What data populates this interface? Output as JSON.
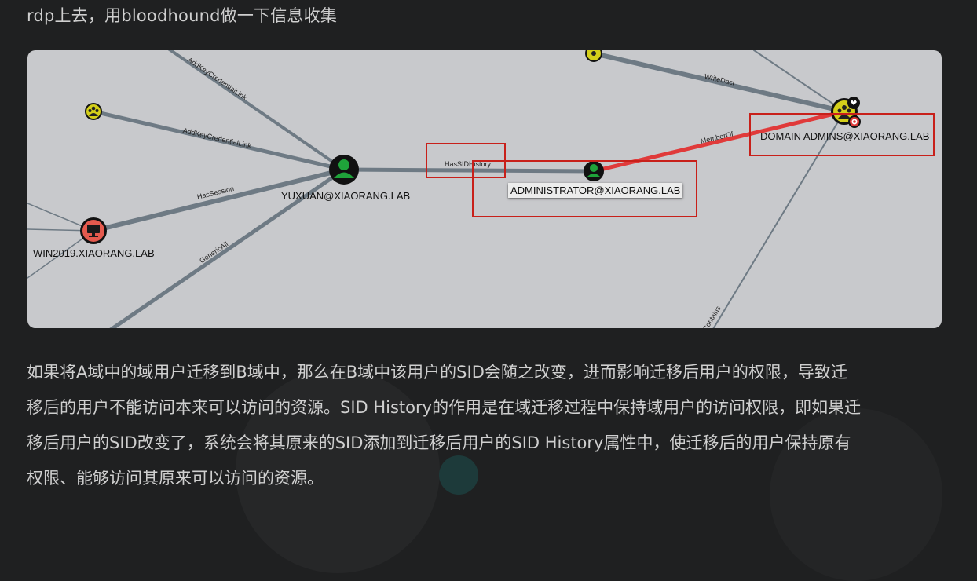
{
  "heading": "rdp上去，用bloodhound做一下信息收集",
  "graph": {
    "nodes": {
      "yuxuan": "YUXUAN@XIAORANG.LAB",
      "administrator": "ADMINISTRATOR@XIAORANG.LAB",
      "domain_admins": "DOMAIN ADMINS@XIAORANG.LAB",
      "win2019": "WIN2019.XIAORANG.LAB"
    },
    "edges": {
      "add_key_credential_link_1": "AddKeyCredentialLink",
      "add_key_credential_link_2": "AddKeyCredentialLink",
      "has_session": "HasSession",
      "generic_all": "GenericAll",
      "has_sid_history": "HasSIDHistory",
      "member_of": "MemberOf",
      "write_dacl": "WriteDacl",
      "contains": "Contains"
    },
    "icons": {
      "user": "user-icon",
      "group": "group-icon",
      "computer": "computer-icon",
      "target": "target-icon",
      "crown": "high-value-icon"
    },
    "colors": {
      "panel_bg": "#c8c9cc",
      "edge": "#6e7a84",
      "highlight_edge": "#e03a3a",
      "user_node": "#1fa33a",
      "group_node": "#d4cf1a",
      "computer_node": "#e55a4e",
      "annotation_box": "#c8201a"
    }
  },
  "paragraph": [
    "如果将A域中的域用户迁移到B域中，那么在B域中该用户的SID会随之改变，进而影响迁移后用户的权限，导致迁",
    "移后的用户不能访问本来可以访问的资源。SID History的作用是在域迁移过程中保持域用户的访问权限，即如果迁",
    "移后用户的SID改变了，系统会将其原来的SID添加到迁移后用户的SID History属性中，使迁移后的用户保持原有",
    "权限、能够访问其原来可以访问的资源。"
  ]
}
